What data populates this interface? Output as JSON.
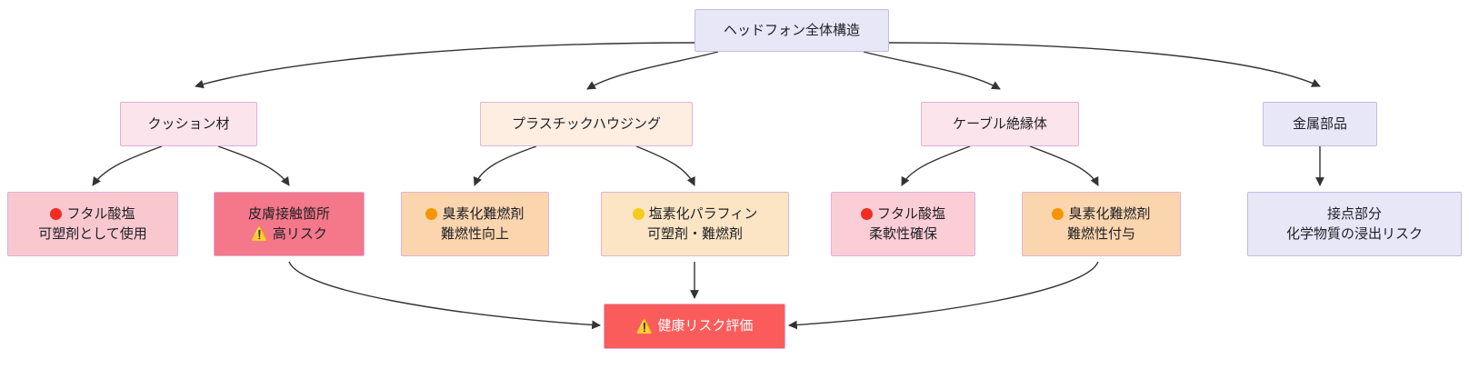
{
  "diagram": {
    "title": "ヘッドフォン全体構造",
    "root": {
      "id": "root",
      "label": "ヘッドフォン全体構造",
      "fill": "#e7e7f8",
      "border": "#c6badf"
    },
    "categories": [
      {
        "id": "cushion",
        "label": "クッション材",
        "fill": "#fce4ec",
        "border": "#ddaedd"
      },
      {
        "id": "housing",
        "label": "プラスチックハウジング",
        "fill": "#fdeee1",
        "border": "#d9b6db"
      },
      {
        "id": "cable",
        "label": "ケーブル絶縁体",
        "fill": "#fce4ec",
        "border": "#ddaedd"
      },
      {
        "id": "metal",
        "label": "金属部品",
        "fill": "#e7e7f8",
        "border": "#c6badf"
      }
    ],
    "leaves": [
      {
        "id": "phthalate-cushion",
        "icon": "red-circle-icon",
        "line1": "フタル酸塩",
        "line2": "可塑剤として使用",
        "fill": "#f9c8cf",
        "border": "#dfaedb",
        "parent": "cushion"
      },
      {
        "id": "skin-contact",
        "icon": "warning-triangle-icon",
        "line1": "皮膚接触箇所",
        "line2": "高リスク",
        "fill": "#f4778a",
        "border": "#dfaedb",
        "parent": "cushion"
      },
      {
        "id": "bfr-housing",
        "icon": "orange-circle-icon",
        "line1": "臭素化難燃剤",
        "line2": "難燃性向上",
        "fill": "#fbd5ae",
        "border": "#dcb3d9",
        "parent": "housing"
      },
      {
        "id": "chlorinated-paraffin",
        "icon": "yellow-circle-icon",
        "line1": "塩素化パラフィン",
        "line2": "可塑剤・難燃剤",
        "fill": "#fce5c5",
        "border": "#dcb3d9",
        "parent": "housing"
      },
      {
        "id": "phthalate-cable",
        "icon": "red-circle-icon",
        "line1": "フタル酸塩",
        "line2": "柔軟性確保",
        "fill": "#fbcdd6",
        "border": "#dfaedb",
        "parent": "cable"
      },
      {
        "id": "bfr-cable",
        "icon": "orange-circle-icon",
        "line1": "臭素化難燃剤",
        "line2": "難燃性付与",
        "fill": "#fbd5ae",
        "border": "#dcb3d9",
        "parent": "cable"
      },
      {
        "id": "contact-area",
        "icon": "none",
        "line1": "接点部分",
        "line2": "化学物質の浸出リスク",
        "fill": "#e7e7f8",
        "border": "#c6badf",
        "parent": "metal"
      }
    ],
    "assessment": {
      "id": "health-risk",
      "icon": "warning-triangle-icon",
      "label": "健康リスク評価",
      "fill": "#fa5c5c",
      "border": "#e7a8cf",
      "text_color": "#ffffff"
    },
    "edge_color": "#333333",
    "background": "#ffffff"
  }
}
